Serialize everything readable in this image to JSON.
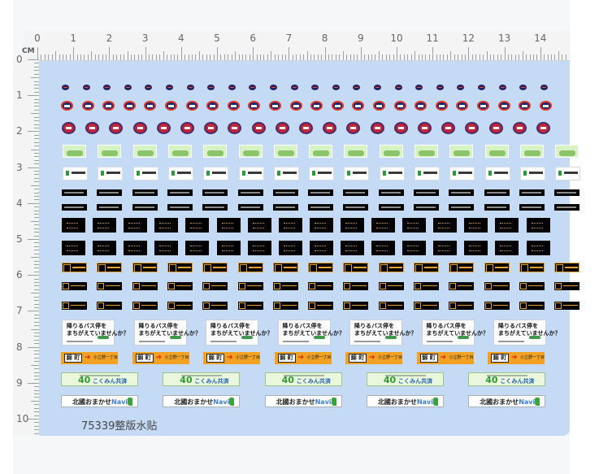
{
  "ruler": {
    "unit_label": "CM",
    "top_numbers": [
      "0",
      "1",
      "2",
      "3",
      "4",
      "5",
      "6",
      "7",
      "8",
      "9",
      "10",
      "11",
      "12",
      "13",
      "14"
    ],
    "left_numbers": [
      "0",
      "1",
      "2",
      "3",
      "4",
      "5",
      "6",
      "7",
      "8",
      "9",
      "10"
    ]
  },
  "sheet": {
    "background_color": "#c5daf4",
    "code_label": "75339整版水贴"
  },
  "decals": {
    "notice_line1": "降りるバス停を",
    "notice_line2": "まちがえていませんか？",
    "sign_kanji": "錦 町",
    "sign_dest": "小立野一丁目",
    "banner_40": "40",
    "banner_name": "こくみん共済",
    "navi_prefix": "北國おまかせ",
    "navi_suffix": "Navi"
  },
  "colors": {
    "sheet_blue": "#c5daf4",
    "accent_orange": "#f2a122",
    "accent_green": "#2f9a2f",
    "route_amber": "#e6a12e"
  }
}
